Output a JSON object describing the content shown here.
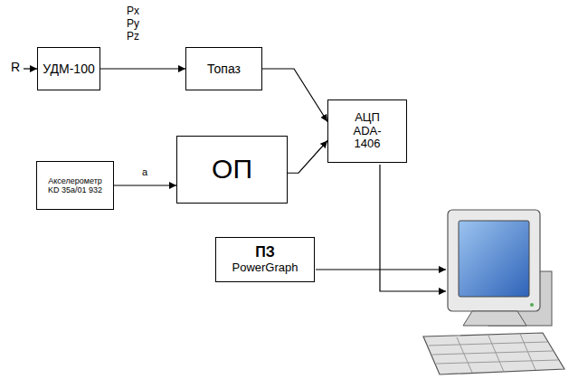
{
  "diagram": {
    "nodes": [
      {
        "text": [
          "УДМ-100"
        ]
      },
      {
        "text": [
          "Топаз"
        ]
      },
      {
        "text": [
          "Акселерометр KD 35a/01 932"
        ]
      },
      {
        "text": [
          "ОП"
        ]
      },
      {
        "text": [
          "АЦП ADA-1406"
        ]
      },
      {
        "text": [
          "ПЗ",
          "PowerGraph"
        ]
      }
    ],
    "edges": [
      {
        "from": 0,
        "to": 1,
        "label": "Px Py Pz",
        "arrow": "to"
      },
      {
        "from": 1,
        "to": 4,
        "arrow": "to"
      },
      {
        "from": 2,
        "to": 3,
        "label": "a",
        "arrow": "to"
      },
      {
        "from": 3,
        "to": 4,
        "arrow": "to"
      }
    ],
    "labels": [
      "R"
    ]
  }
}
